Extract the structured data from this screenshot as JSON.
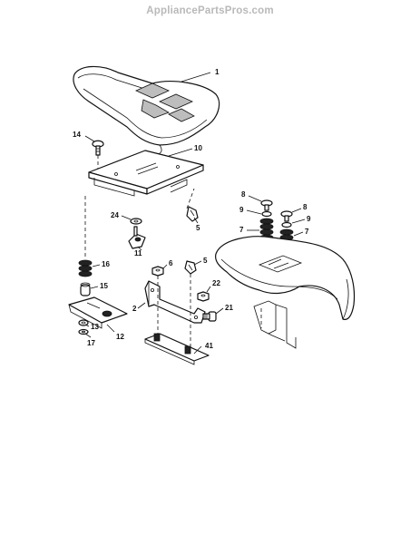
{
  "watermark": "AppliancePartsPros.com",
  "callouts": {
    "c1": "1",
    "c14": "14",
    "c10": "10",
    "c24": "24",
    "c5a": "5",
    "c11": "11",
    "c8a": "8",
    "c8b": "8",
    "c9a": "9",
    "c9b": "9",
    "c7a": "7",
    "c7b": "7",
    "c16": "16",
    "c6": "6",
    "c5b": "5",
    "c15": "15",
    "c2": "2",
    "c22": "22",
    "c21": "21",
    "c13": "13",
    "c17": "17",
    "c12": "12",
    "c41": "41"
  }
}
